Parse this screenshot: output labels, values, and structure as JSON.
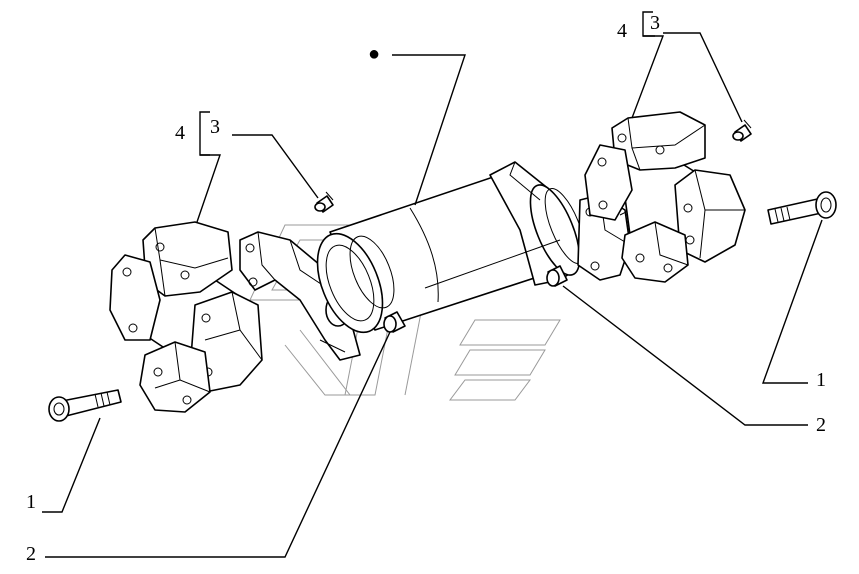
{
  "diagram": {
    "callouts": {
      "bullet": "●",
      "bolt_left": "1",
      "bolt_right": "1",
      "fitting_left": "2",
      "fitting_right": "2",
      "grease_nipple_left": "3",
      "grease_nipple_right": "3",
      "joint_left": "4",
      "joint_right": "4"
    }
  }
}
